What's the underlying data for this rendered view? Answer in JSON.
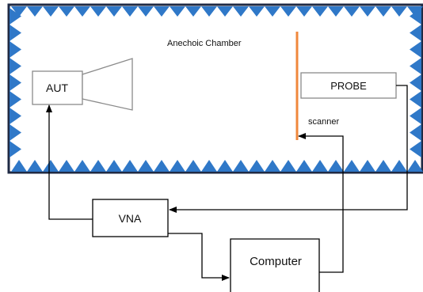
{
  "chamber": {
    "title": "Anechoic Chamber",
    "absorber_color": "#2f78c8",
    "wall_color": "#1f2a44"
  },
  "aut": {
    "label": "AUT"
  },
  "probe": {
    "label": "PROBE"
  },
  "scanner": {
    "label": "scanner",
    "color": "#f0883c"
  },
  "vna": {
    "label": "VNA"
  },
  "computer": {
    "label": "Computer"
  },
  "wire_color": "#000000",
  "box_border_color": "#8a8a8a"
}
